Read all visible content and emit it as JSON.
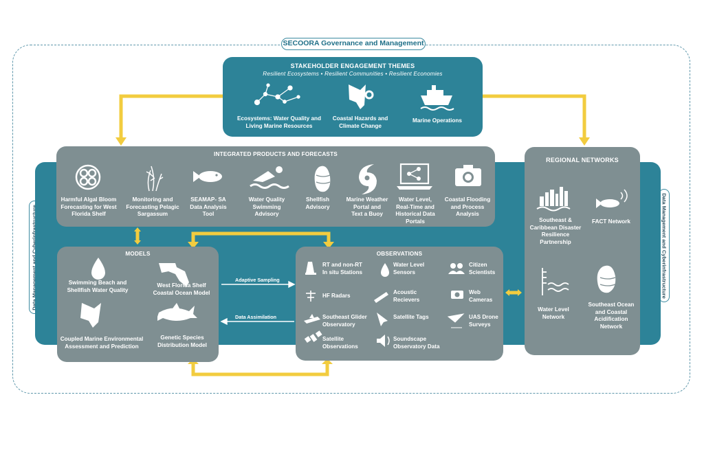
{
  "governance": {
    "label": "SECOORA Governance and Management"
  },
  "side_labels": {
    "left": "Data Management and Cyberinfrastructure",
    "right": "Data Management and Cyberinfrastructure"
  },
  "stakeholder": {
    "title": "STAKEHOLDER ENGAGEMENT THEMES",
    "subtitle": "Resilient Ecosystems • Resilient Communities • Resilient Economies",
    "themes": [
      {
        "label_l1": "Ecosystems: Water Quality and",
        "label_l2": "Living Marine Resources",
        "icon": "constellation-icon"
      },
      {
        "label_l1": "Coastal Hazards and",
        "label_l2": "Climate Change",
        "icon": "bat-hurricane-icon"
      },
      {
        "label_l1": "Marine Operations",
        "label_l2": "",
        "icon": "ship-icon"
      }
    ]
  },
  "products": {
    "title": "INTEGRATED PRODUCTS AND FORECASTS",
    "items": [
      {
        "lines": [
          "Harmful Algal Bloom",
          "Forecasting for West",
          "Florida Shelf"
        ],
        "icon": "algae-cell-icon"
      },
      {
        "lines": [
          "Monitoring and",
          "Forecasting Pelagic",
          "Sargassum"
        ],
        "icon": "seaweed-icon"
      },
      {
        "lines": [
          "SEAMAP- SA",
          "Data Analysis",
          "Tool"
        ],
        "icon": "fish-icon"
      },
      {
        "lines": [
          "Water Quality",
          "Swimming",
          "Advisory"
        ],
        "icon": "swimmer-icon"
      },
      {
        "lines": [
          "Shellfish",
          "Advisory"
        ],
        "icon": "oyster-icon"
      },
      {
        "lines": [
          "Marine Weather",
          "Portal and",
          "Text a Buoy"
        ],
        "icon": "hurricane-icon"
      },
      {
        "lines": [
          "Water Level,",
          "Real-Time and",
          "Historical Data",
          "Portals"
        ],
        "icon": "laptop-share-icon"
      },
      {
        "lines": [
          "Coastal Flooding",
          "and Process",
          "Analysis"
        ],
        "icon": "camera-icon"
      }
    ]
  },
  "models": {
    "title": "MODELS",
    "items": [
      {
        "lines": [
          "Swimming Beach and",
          "Shellfish Water Quality"
        ],
        "icon": "water-drop-icon"
      },
      {
        "lines": [
          "West Florida Shelf",
          "Coastal Ocean Model"
        ],
        "icon": "florida-map-icon"
      },
      {
        "lines": [
          "Coupled Marine Environmental",
          "Assessment and Prediction"
        ],
        "icon": "bat-icon"
      },
      {
        "lines": [
          "Genetic Species",
          "Distribution Model"
        ],
        "icon": "shark-icon"
      }
    ]
  },
  "flows": {
    "adaptive": "Adaptive Sampling",
    "assimilation": "Data Assimilation"
  },
  "observations": {
    "title": "OBSERVATIONS",
    "items": [
      {
        "lines": [
          "RT and non-RT",
          "In situ Stations"
        ],
        "icon": "buoy-station-icon"
      },
      {
        "lines": [
          "Water Level",
          "Sensors"
        ],
        "icon": "drop-sensor-icon"
      },
      {
        "lines": [
          "Citizen",
          "Scientists"
        ],
        "icon": "people-icon"
      },
      {
        "lines": [
          "HF Radars"
        ],
        "icon": "radar-antenna-icon"
      },
      {
        "lines": [
          "Acoustic",
          "Recievers"
        ],
        "icon": "acoustic-receiver-icon"
      },
      {
        "lines": [
          "Web",
          "Cameras"
        ],
        "icon": "webcam-icon"
      },
      {
        "lines": [
          "Southeast Glider",
          "Observatory"
        ],
        "icon": "glider-icon"
      },
      {
        "lines": [
          "Satellite Tags"
        ],
        "icon": "satellite-tag-icon"
      },
      {
        "lines": [
          "UAS Drone",
          "Surveys"
        ],
        "icon": "drone-icon"
      },
      {
        "lines": [
          "Satellite",
          "Observations"
        ],
        "icon": "satellite-icon"
      },
      {
        "lines": [
          "Soundscape",
          "Observatory Data"
        ],
        "icon": "speaker-icon"
      }
    ]
  },
  "regional": {
    "title": "REGIONAL NETWORKS",
    "items": [
      {
        "lines": [
          "Southeast &",
          "Caribbean Disaster",
          "Resilience",
          "Partnership"
        ],
        "icon": "city-wave-icon"
      },
      {
        "lines": [
          "FACT Network"
        ],
        "icon": "fish-signal-icon"
      },
      {
        "lines": [
          "Water Level",
          "Network"
        ],
        "icon": "tide-gauge-icon"
      },
      {
        "lines": [
          "Southeast Ocean",
          "and Coastal",
          "Acidification",
          "Network"
        ],
        "icon": "oyster-icon"
      }
    ]
  },
  "colors": {
    "teal": "#2d8398",
    "grey": "#7f8f92",
    "arrow": "#f2cc3f",
    "white": "#ffffff"
  }
}
